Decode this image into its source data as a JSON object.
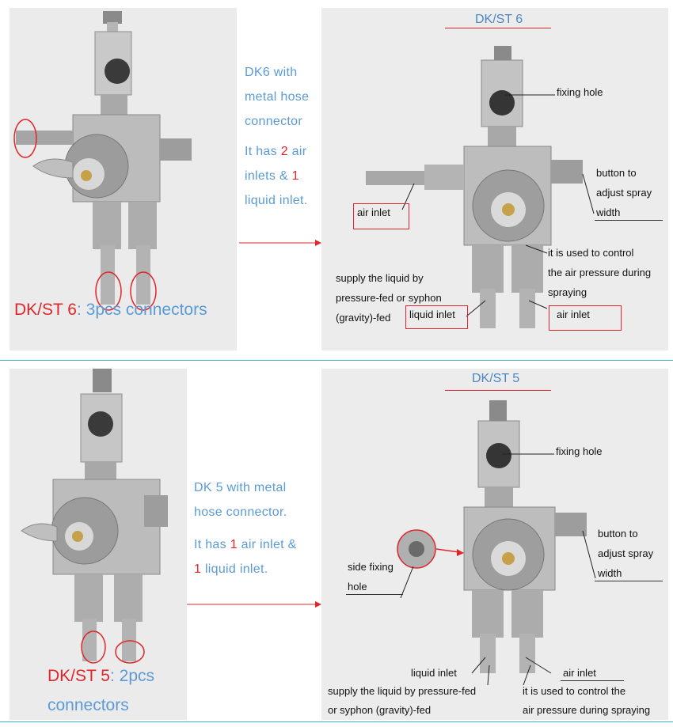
{
  "top": {
    "left_caption": {
      "model": "DK/ST 6",
      "sep": ": ",
      "rest": "3pcs connectors"
    },
    "middle": {
      "line1": "DK6 with",
      "line2": "metal hose",
      "line3": "connector",
      "line4_pre": "It has ",
      "line4_num": "2",
      "line4_post": " air",
      "line5_pre": "inlets & ",
      "line5_num": "1",
      "line6": "liquid inlet."
    },
    "diagram": {
      "header": "DK/ST 6",
      "fixing_hole": "fixing hole",
      "button_l1": "button to",
      "button_l2": "adjust spray",
      "button_l3": "width",
      "air_inlet_left": "air inlet",
      "control_l1": "it is used to control",
      "control_l2": "the air pressure during",
      "control_l3": "spraying",
      "supply_l1": "supply the liquid by",
      "supply_l2": "pressure-fed or syphon",
      "supply_l3": "(gravity)-fed",
      "liquid_inlet": "liquid inlet",
      "air_inlet_right": "air inlet"
    }
  },
  "bottom": {
    "left_caption": {
      "model": "DK/ST 5",
      "sep": ": ",
      "rest1": "2pcs",
      "rest2": "connectors"
    },
    "middle": {
      "line1": "DK 5 with metal",
      "line2": "hose connector.",
      "line3_pre": "It has ",
      "line3_num": "1",
      "line3_post": " air inlet &",
      "line4_num": "1",
      "line4_post": " liquid inlet."
    },
    "diagram": {
      "header": "DK/ST 5",
      "fixing_hole": "fixing hole",
      "button_l1": "button to",
      "button_l2": "adjust spray",
      "button_l3": "width",
      "side_l1": "side fixing",
      "side_l2": "hole",
      "liquid_inlet": "liquid inlet",
      "air_inlet": "air inlet",
      "supply_l1": "supply the liquid by pressure-fed",
      "supply_l2": "or syphon (gravity)-fed",
      "control_l1": "it is used to control the",
      "control_l2": "air pressure during spraying"
    }
  },
  "colors": {
    "accent_red": "#e0262a",
    "accent_blue": "#5b9bd5",
    "separator": "#37b7c9"
  }
}
